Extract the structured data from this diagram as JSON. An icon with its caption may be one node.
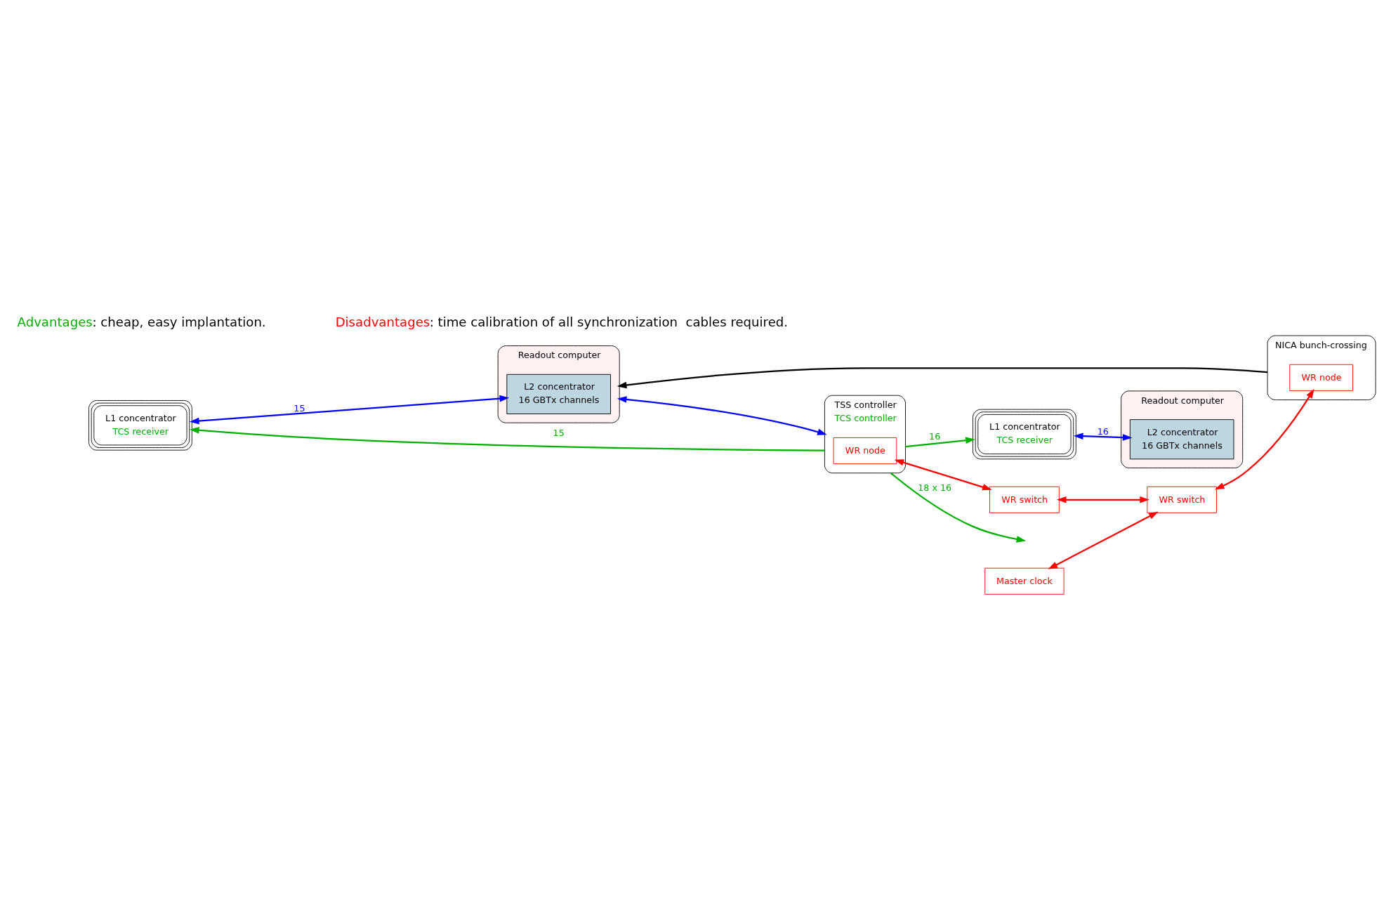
{
  "diagram": {
    "nodes": [
      {
        "text": [
          "L1 concentrator",
          "TCS receiver"
        ]
      },
      {
        "text": [
          "Readout computer"
        ]
      },
      {
        "text": [
          "L2 concentrator",
          "16 GBTx channels"
        ],
        "in": 1
      },
      {
        "text": [
          "L1 concentrator",
          "TCS receiver"
        ]
      },
      {
        "text": [
          "Readout computer"
        ]
      },
      {
        "text": [
          "L2 concentrator",
          "16 GBTx channels"
        ],
        "in": 4
      },
      {
        "text": [
          "TSS controller",
          "TCS controller"
        ]
      },
      {
        "text": [
          "WR node"
        ],
        "in": 6
      },
      {
        "text": [
          "WR switch"
        ]
      },
      {
        "text": [
          "Master clock"
        ]
      },
      {
        "text": [
          "WR switch"
        ]
      },
      {
        "text": [
          "NICA bunch-crossing"
        ]
      },
      {
        "text": [
          "WR node"
        ],
        "in": 11
      }
    ],
    "edges": [
      {
        "from": 0,
        "to": 2,
        "arrow": "both",
        "label": "16",
        "color": "#0000ff"
      },
      {
        "from": 6,
        "to": 0,
        "arrow": "to",
        "label": "16",
        "color": "#00b000"
      },
      {
        "from": 6,
        "to": null,
        "arrow": "to",
        "label": "18 x 16",
        "color": "#00b000"
      },
      {
        "from": 3,
        "to": 5,
        "arrow": "both",
        "label": "15",
        "color": "#0000ff"
      },
      {
        "from": 4,
        "to": 6,
        "arrow": "both",
        "color": "#0000ff"
      },
      {
        "from": 6,
        "to": 3,
        "arrow": "to",
        "label": "15",
        "color": "#00b000"
      },
      {
        "from": 7,
        "to": 8,
        "arrow": "both",
        "color": "#ff0000"
      },
      {
        "from": 8,
        "to": 10,
        "arrow": "both",
        "color": "#ff0000"
      },
      {
        "from": 9,
        "to": 10,
        "arrow": "both",
        "color": "#ff0000"
      },
      {
        "from": 10,
        "to": 12,
        "arrow": "both",
        "color": "#ff0000"
      },
      {
        "from": 11,
        "to": 4,
        "arrow": "to",
        "color": "#000000"
      }
    ],
    "labels": [
      "Advantages: cheap, easy implantation.",
      "Disadvantages: time calibration of all synchronization  cables required."
    ]
  }
}
